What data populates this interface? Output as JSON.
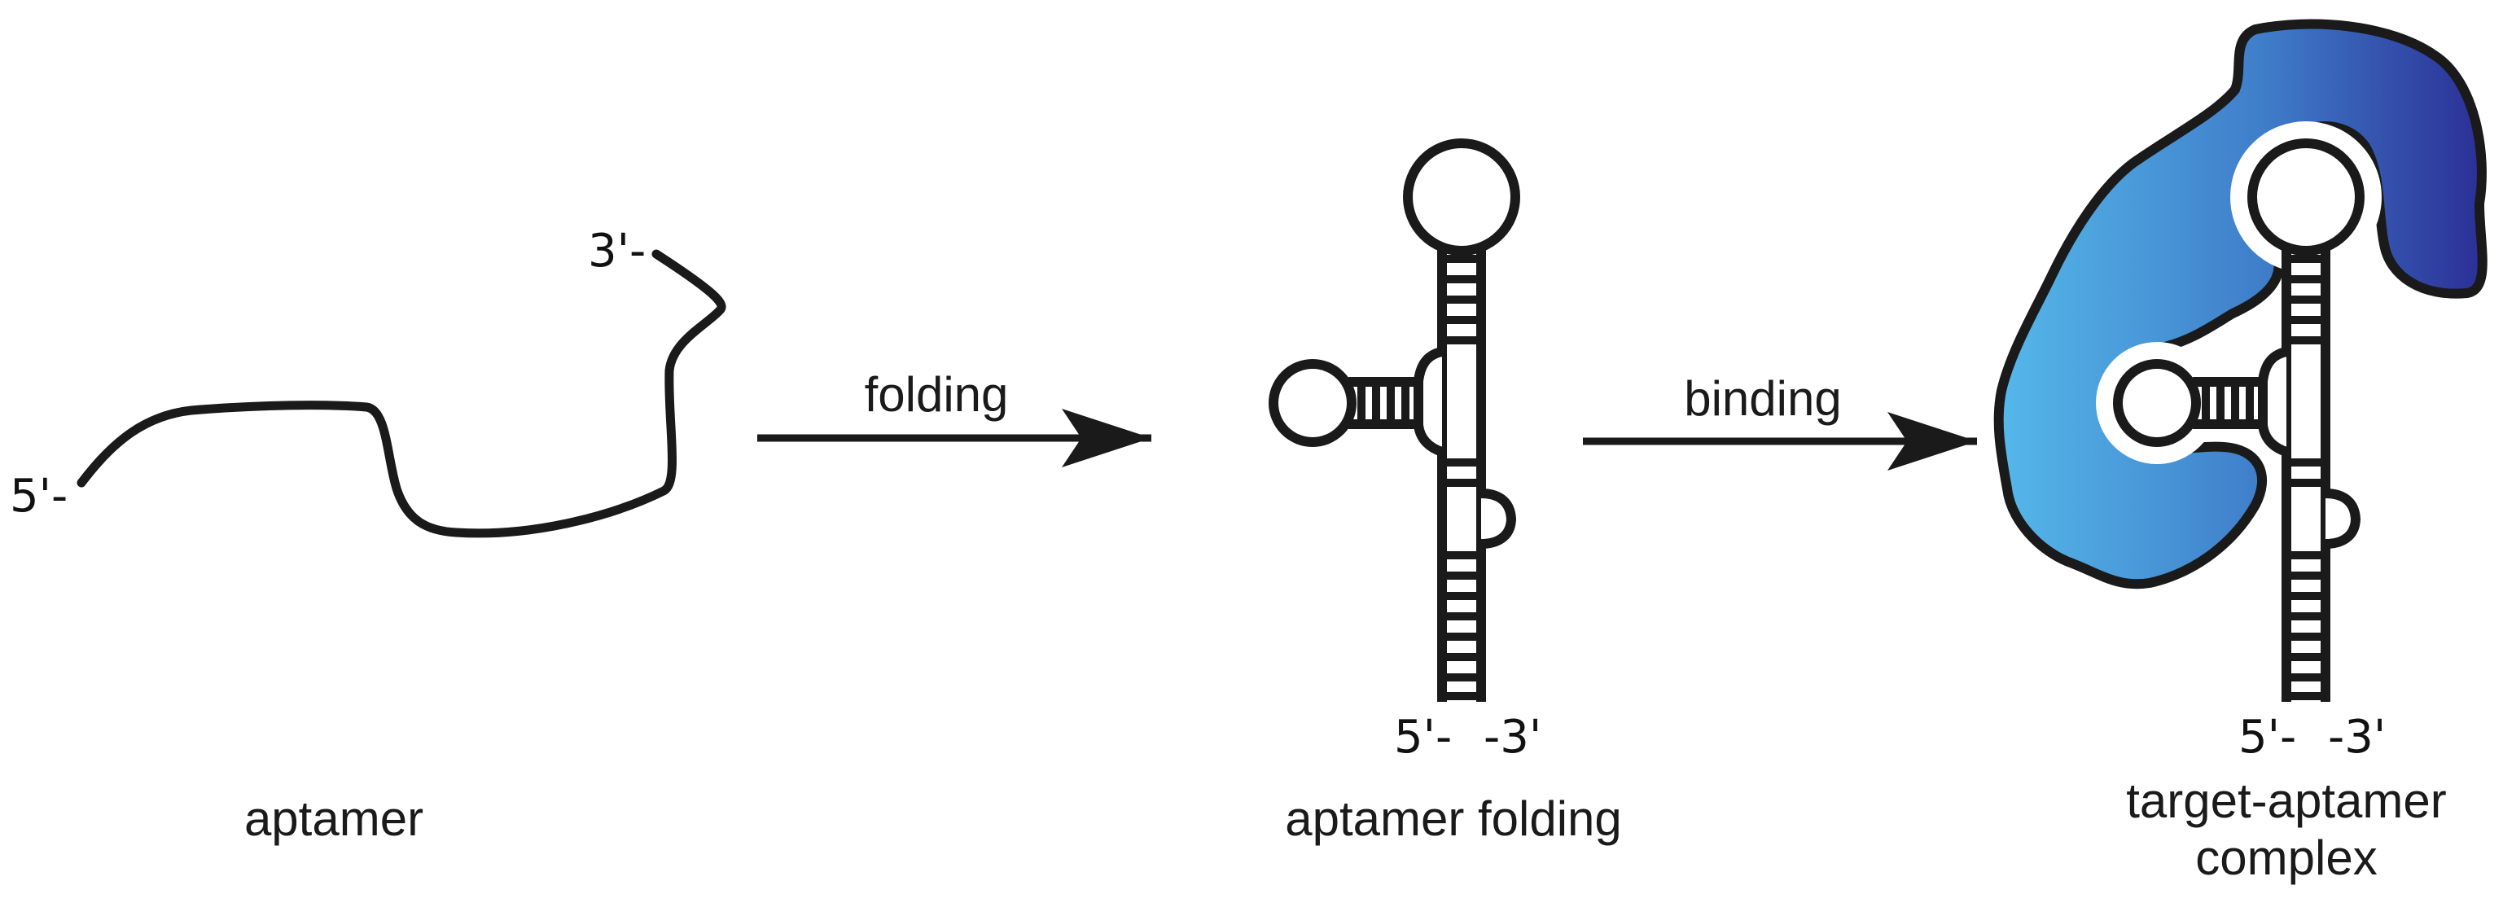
{
  "colors": {
    "stroke": "#1a1a1a",
    "target_light": "#55b8ea",
    "target_mid": "#3f7dc9",
    "target_dark": "#2b2f96",
    "background": "#ffffff"
  },
  "stage1": {
    "label": "aptamer",
    "five_prime": "5'-",
    "three_prime": "3'-"
  },
  "arrow1": {
    "label": "folding"
  },
  "stage2": {
    "label": "aptamer folding",
    "five_prime": "5'-",
    "three_prime": "-3'"
  },
  "arrow2": {
    "label": "binding"
  },
  "stage3": {
    "label_line1": "target-aptamer",
    "label_line2": "complex",
    "five_prime": "5'-",
    "three_prime": "-3'"
  }
}
